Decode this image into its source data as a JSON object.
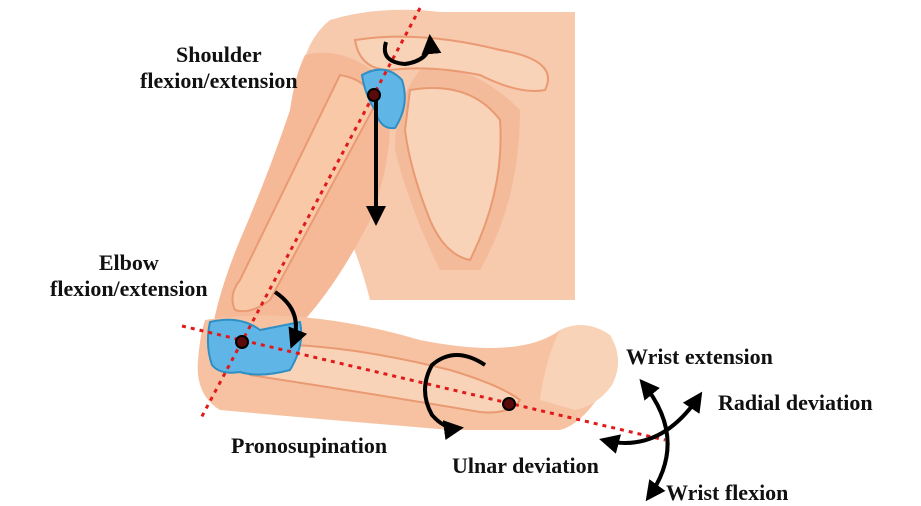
{
  "labels": {
    "shoulder_line1": "Shoulder",
    "shoulder_line2": "flexion/extension",
    "elbow_line1": "Elbow",
    "elbow_line2": "flexion/extension",
    "pronosupination": "Pronosupination",
    "ulnar_deviation": "Ulnar deviation",
    "wrist_extension": "Wrist extension",
    "radial_deviation": "Radial deviation",
    "wrist_flexion": "Wrist flexion"
  },
  "colors": {
    "skin_light": "#f7c9ad",
    "skin_mid": "#f0a983",
    "bone": "#f9c9a7",
    "bone_shadow": "#e99a72",
    "muscle": "#f2b08c",
    "ligament": "#5fb6e6",
    "axis_line": "#e0191b",
    "arrow": "#000000"
  },
  "icons": {
    "joint_marker": "black-dot",
    "rotation": "curved-arrow"
  }
}
